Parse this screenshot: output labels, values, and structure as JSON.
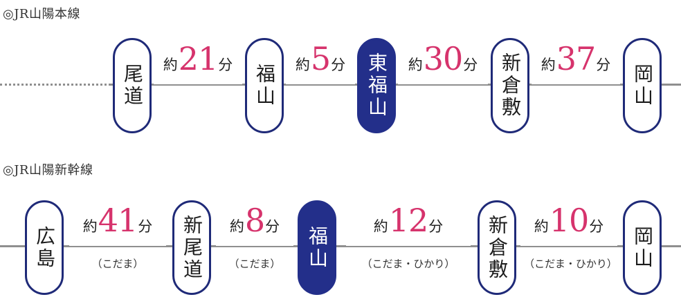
{
  "sanyo_line": {
    "label": "◎JR山陽本線",
    "stations": [
      "尾道",
      "福山",
      "東福山",
      "新倉敷",
      "岡山"
    ],
    "current_index": 2,
    "segments": [
      {
        "prefix": "約",
        "minutes": "21",
        "suffix": "分"
      },
      {
        "prefix": "約",
        "minutes": "5",
        "suffix": "分"
      },
      {
        "prefix": "約",
        "minutes": "30",
        "suffix": "分"
      },
      {
        "prefix": "約",
        "minutes": "37",
        "suffix": "分"
      }
    ]
  },
  "shinkansen": {
    "label": "◎JR山陽新幹線",
    "stations": [
      "広島",
      "新尾道",
      "福山",
      "新倉敷",
      "岡山"
    ],
    "current_index": 2,
    "segments": [
      {
        "prefix": "約",
        "minutes": "41",
        "suffix": "分",
        "note": "（こだま）"
      },
      {
        "prefix": "約",
        "minutes": "8",
        "suffix": "分",
        "note": "（こだま）"
      },
      {
        "prefix": "約",
        "minutes": "12",
        "suffix": "分",
        "note": "（こだま・ひかり）"
      },
      {
        "prefix": "約",
        "minutes": "10",
        "suffix": "分",
        "note": "（こだま・ひかり）"
      }
    ]
  },
  "colors": {
    "station_border": "#1f2a78",
    "current_fill": "#232f8a",
    "minutes": "#d6336c",
    "line": "#8f8f8f"
  }
}
